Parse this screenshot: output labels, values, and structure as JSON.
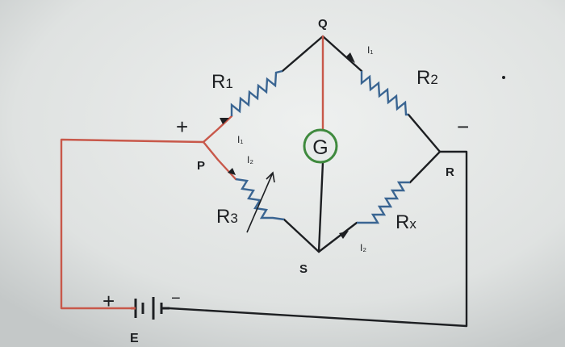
{
  "diagram": {
    "nodes": {
      "top": "Q",
      "left": "P",
      "bottom": "S",
      "right": "R"
    },
    "resistors": {
      "r1": {
        "label": "R1",
        "base": "R",
        "sub": "1"
      },
      "r2": {
        "label": "R2",
        "base": "R",
        "sub": "2"
      },
      "r3": {
        "label": "R3",
        "base": "R",
        "sub": "3",
        "variable": true
      },
      "rx": {
        "label": "Rx",
        "base": "R",
        "sub": "x"
      }
    },
    "galvanometer": {
      "label": "G"
    },
    "currents": {
      "p_upper": "I₁",
      "p_lower": "I₂",
      "q_right": "I₁",
      "s_right": "I₂"
    },
    "polarity": {
      "p_plus": "+",
      "r_minus": "−",
      "battery_plus": "+",
      "battery_minus": "−"
    },
    "battery": {
      "label": "E"
    },
    "colors": {
      "wire_black": "#1d1f22",
      "wire_red": "#c8584a",
      "resistor_blue": "#3a6592",
      "galvanometer_ring": "#3f8a3e",
      "background": "#d9dcdc"
    }
  }
}
